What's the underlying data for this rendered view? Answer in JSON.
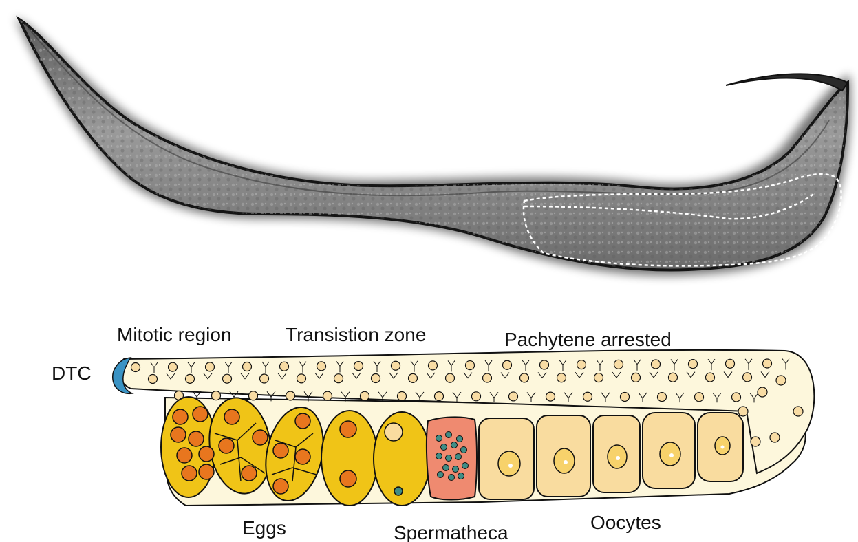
{
  "labels": {
    "mitotic_region": "Mitotic region",
    "transition_zone": "Transistion zone",
    "pachytene_arrested": "Pachytene arrested",
    "dtc": "DTC",
    "eggs": "Eggs",
    "spermatheca": "Spermatheca",
    "oocytes": "Oocytes"
  },
  "colors": {
    "gonad_fill": "#fdf7dc",
    "nucleus_fill": "#f8dca4",
    "egg_fill": "#f0c417",
    "egg_nucleus": "#e8761e",
    "spermatheca_fill": "#ef8a70",
    "sperm_dot": "#3f8d86",
    "oocyte_fill": "#f9dc9f",
    "dtc_cap": "#3a93c4",
    "worm_body": "#7d7d7d",
    "worm_outline": "#141414"
  },
  "icons": {
    "worm_micrograph": "c-elegans-worm-micrograph",
    "gonad_outline": "dashed-gonad-outline"
  }
}
